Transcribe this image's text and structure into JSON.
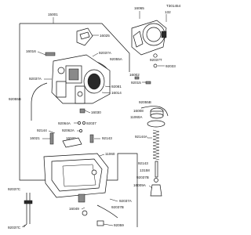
{
  "figure_id": "T301454",
  "labels": {
    "l15001": "15001",
    "l16065": "16065",
    "l132": "132",
    "l16025": "16025",
    "l92037a_top": "92037A",
    "l92055a": "92055A",
    "l16016": "16016",
    "l92037a_left": "92037A",
    "l92081": "92081",
    "l16014": "16014",
    "l92037t": "92037T",
    "l92033": "92033",
    "l16002": "16002",
    "l92015": "92015",
    "l16030": "16030",
    "l92055b": "92055B",
    "l16008": "16008",
    "l92064a": "92064A",
    "l92037": "92037",
    "l92062a": "92062A",
    "l11060a": "11060A",
    "l92144": "92144",
    "l16021": "16021",
    "l16031": "16031",
    "l92143": "92143",
    "l11060": "11060",
    "l92144a": "92144A",
    "l92143_b": "92143",
    "l13158": "13158",
    "l92037b": "92037B",
    "l16009a": "16009A",
    "l92037c": "92037C",
    "l92055b_left": "92055B",
    "l92037a_low": "92037A",
    "l92037b_low": "92037B",
    "l16049": "16049",
    "l92059": "92059",
    "l92037c_low": "92037C"
  }
}
